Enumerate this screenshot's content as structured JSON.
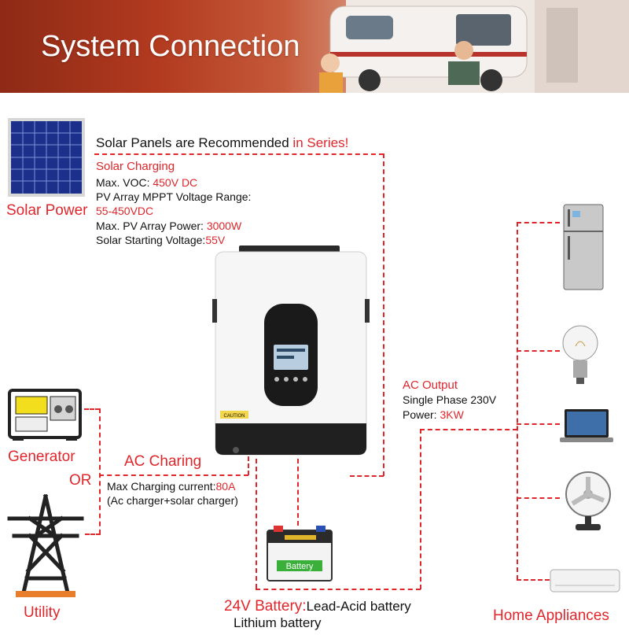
{
  "header": {
    "title": "System Connection"
  },
  "solar": {
    "headline_prefix": "Solar Panels are Recommended",
    "headline_suffix": "in Series!",
    "charging_title": "Solar Charging",
    "voc_label": "Max. VOC:",
    "voc_value": "450V DC",
    "mppt_label": "PV Array MPPT Voltage Range:",
    "mppt_value": "55-450VDC",
    "power_label": "Max. PV Array Power:",
    "power_value": "3000W",
    "start_label": "Solar Starting Voltage:",
    "start_value": "55V",
    "source_label": "Solar Power"
  },
  "ac_charging": {
    "title": "AC Charing",
    "current_label": "Max Charging current:",
    "current_value": "80A",
    "note": "(Ac charger+solar charger)"
  },
  "sources": {
    "generator": "Generator",
    "or": "OR",
    "utility": "Utility"
  },
  "ac_output": {
    "title": "AC Output",
    "phase": "Single Phase 230V",
    "power_label": "Power:",
    "power_value": "3KW"
  },
  "battery": {
    "label_text": "Battery",
    "voltage": "24V Battery:",
    "type1": "Lead-Acid battery",
    "type2": "Lithium battery"
  },
  "appliances": {
    "label": "Home Appliances"
  },
  "inverter": {
    "caution": "CAUTION"
  },
  "colors": {
    "accent": "#e0262b"
  }
}
